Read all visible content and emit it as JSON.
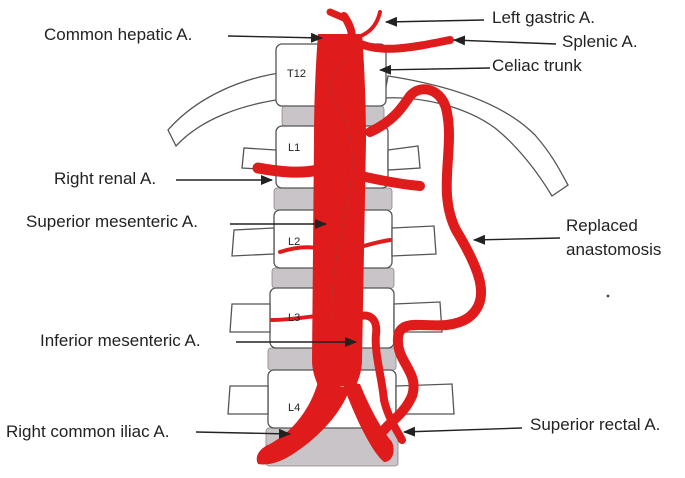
{
  "colors": {
    "artery": "#e01b1b",
    "bone_fill": "#ffffff",
    "bone_stroke": "#555555",
    "disc": "#c9c4c7",
    "arrow": "#222222",
    "text": "#222222"
  },
  "vertebrae": [
    "T12",
    "L1",
    "L2",
    "L3",
    "L4"
  ],
  "labels": {
    "common_hepatic": "Common hepatic A.",
    "left_gastric": "Left gastric A.",
    "splenic": "Splenic A.",
    "celiac": "Celiac trunk",
    "right_renal": "Right renal A.",
    "superior_mesenteric": "Superior mesenteric A.",
    "replaced_1": "Replaced",
    "replaced_2": "anastomosis",
    "inferior_mesenteric": "Inferior mesenteric  A.",
    "right_common_iliac": "Right common iliac A.",
    "superior_rectal": "Superior rectal A."
  }
}
